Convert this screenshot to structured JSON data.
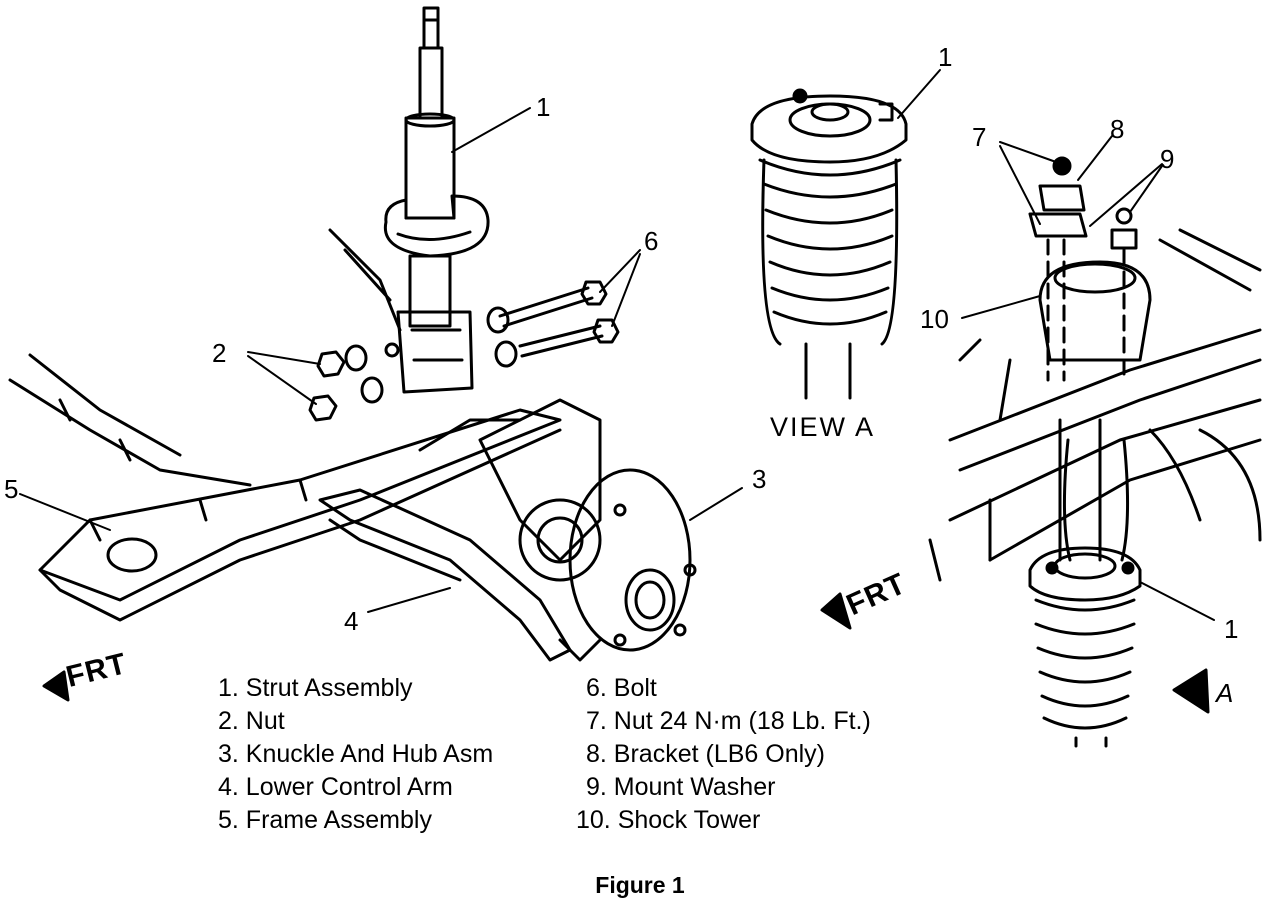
{
  "callouts": {
    "left_1": "1",
    "left_2": "2",
    "left_3": "3",
    "left_4": "4",
    "left_5": "5",
    "left_6": "6",
    "view_1": "1",
    "right_7": "7",
    "right_8": "8",
    "right_9": "9",
    "right_10": "10",
    "right_1": "1"
  },
  "view_label": "VIEW A",
  "arrow_a_label": "A",
  "frt_left": "FRT",
  "frt_right": "FRT",
  "legend": {
    "left": [
      "1. Strut Assembly",
      "2. Nut",
      "3. Knuckle And Hub Asm",
      "4. Lower Control Arm",
      "5. Frame Assembly"
    ],
    "right": [
      "6. Bolt",
      "7. Nut 24 N·m (18 Lb. Ft.)",
      "8. Bracket (LB6 Only)",
      "9. Mount Washer",
      "10. Shock Tower"
    ]
  },
  "caption": "Figure 1",
  "colors": {
    "ink": "#000000",
    "paper": "#ffffff"
  }
}
